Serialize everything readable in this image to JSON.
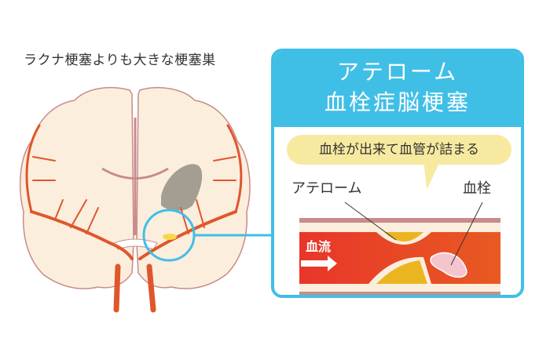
{
  "left_caption": "ラクナ梗塞よりも大きな梗塞巣",
  "panel": {
    "title_line1": "アテローム",
    "title_line2": "血栓症脳梗塞",
    "bubble": "血栓が出来て血管が詰まる",
    "labels": {
      "atheroma": "アテローム",
      "clot": "血栓",
      "blood_flow": "血流"
    }
  },
  "colors": {
    "accent_blue": "#40bfe6",
    "brain_fill": "#fbeedd",
    "brain_outline": "#c98b8b",
    "artery": "#e0562b",
    "blood": "#e8452a",
    "plaque": "#eab520",
    "clot": "#f5c5cf",
    "bubble": "#f7eaa0",
    "infarct": "#9a948a"
  }
}
